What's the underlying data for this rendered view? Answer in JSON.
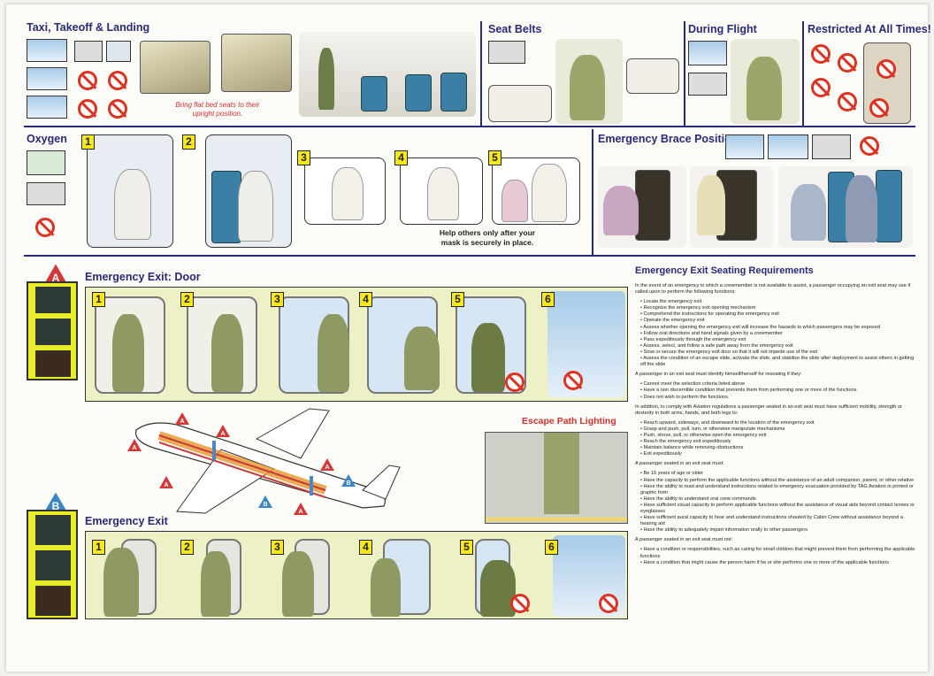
{
  "sections": {
    "taxi": {
      "title": "Taxi, Takeoff & Landing",
      "caption": "Bring flat bed seats to their upright position."
    },
    "seat_belts": {
      "title": "Seat Belts"
    },
    "during_flight": {
      "title": "During Flight"
    },
    "restricted": {
      "title": "Restricted At All Times!"
    },
    "oxygen": {
      "title": "Oxygen",
      "steps": [
        "1",
        "2",
        "3",
        "4",
        "5"
      ],
      "note": "Help others only after your mask is securely in place."
    },
    "brace": {
      "title": "Emergency Brace Positions"
    },
    "exit_door": {
      "title": "Emergency Exit: Door",
      "badge": "A",
      "steps": [
        "1",
        "2",
        "3",
        "4",
        "5",
        "6"
      ]
    },
    "escape_lighting": {
      "title": "Escape Path Lighting"
    },
    "exit": {
      "title": "Emergency Exit",
      "badge": "B",
      "steps": [
        "1",
        "2",
        "3",
        "4",
        "5",
        "6"
      ]
    },
    "aircraft_markers": [
      "A",
      "A",
      "A",
      "A",
      "A",
      "A",
      "B",
      "B"
    ]
  },
  "requirements": {
    "title": "Emergency Exit Seating Requirements",
    "intro": "In the event of an emergency in which a crewmember is not available to assist, a passenger occupying an exit seat may use if called upon to perform the following functions:",
    "functions": [
      "Locate the emergency exit",
      "Recognize the emergency exit opening mechanism",
      "Comprehend the instructions for operating the emergency exit",
      "Operate the emergency exit",
      "Assess whether opening the emergency exit will increase the hazards to which passengers may be exposed",
      "Follow oral directions and hand signals given by a crewmember",
      "Pass expeditiously through the emergency exit",
      "Assess, select, and follow a safe path away from the emergency exit",
      "Stow or secure the emergency exit door so that it will not impede use of the exit",
      "Assess the condition of an escape slide, activate the slide, and stabilize the slide after deployment to assist others in getting off the slide"
    ],
    "identify_intro": "A passenger in an exit seat must identify himself/herself for reseating if they:",
    "identify": [
      "Cannot meet the selection criteria listed above",
      "Have a non discernible condition that prevents them from performing one or more of the functions",
      "Does not wish to perform the functions."
    ],
    "ability_intro": "In addition, to comply with Aviation regulations a passenger seated in an exit seat must have sufficient mobility, strength or dexterity in both arms, hands, and both legs to:",
    "ability": [
      "Reach upward, sideways, and downward to the location of the emergency exit",
      "Grasp and push, pull, turn, or otherwise manipulate mechanisms",
      "Push, shove, pull, or otherwise open the emergency exit",
      "Reach the emergency exit expeditiously",
      "Maintain balance while removing obstructions",
      "Exit expeditiously"
    ],
    "must_intro": "A passenger seated in an exit seat must:",
    "must": [
      "Be 16 years of age or older",
      "Have the capacity to perform the applicable functions without the assistance of an adult companion, parent, or other relative",
      "Have the ability to read and understand instructions related to emergency evacuation provided by TAG Aviation in printed or graphic form",
      "Have the ability to understand oral crew commands",
      "Have sufficient visual capacity to perform applicable functions without the assistance of visual aids beyond contact lenses or eyeglasses",
      "Have sufficient aural capacity to hear and understand instructions shouted by Cabin Crew without assistance beyond a hearing aid",
      "Have the ability to adequately impart information orally to other passengers"
    ],
    "mustnot_intro": "A passenger seated in an exit seat must not:",
    "mustnot": [
      "Have a condition or responsibilities, such as caring for small children that might prevent them from performing the applicable functions",
      "Have a condition that might cause the person harm if he or she performs one or more of the applicable functions"
    ]
  },
  "colors": {
    "heading": "#2a2a7a",
    "step_badge": "#f7e81c",
    "warning_red": "#d03030"
  }
}
